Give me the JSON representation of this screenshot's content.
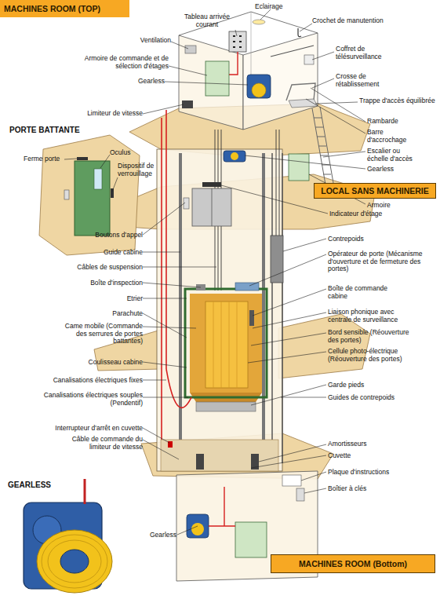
{
  "diagram": {
    "nodes": [
      {
        "text": [
          "MACHINES ROOM (TOP)"
        ]
      },
      {
        "text": [
          "LOCAL SANS MACHINERIE"
        ]
      },
      {
        "text": [
          "MACHINES ROOM (Bottom)"
        ]
      }
    ],
    "labels": [
      "Tableau arrivée courant",
      "Eclairage",
      "Crochet de manutention",
      "Ventilation",
      "Armoire de commande et de sélection d'étages",
      "Coffret de télésurveillance",
      "Gearless",
      "Crosse de rétablissement",
      "Trappe d'accès équilibrée",
      "Limiteur de vitesse",
      "Rambarde",
      "Barre d'accrochage",
      "Escalier ou échelle d'accès",
      "Gearless",
      "Armoire",
      "Indicateur d'étage",
      "PORTE BATTANTE",
      "Ferme porte",
      "Oculus",
      "Dispositif de verrouillage",
      "Boutons d'appel",
      "Guide cabine",
      "Câbles de suspension",
      "Boîte d'inspection",
      "Etrier",
      "Parachute",
      "Came mobile (Commande des serrures de portes battantes)",
      "Coulisseau cabine",
      "Canalisations électriques fixes",
      "Canalisations électriques souples (Pendentif)",
      "Interrupteur d'arrêt en cuvette",
      "Câble de commande du limiteur de vitesse",
      "Contrepoids",
      "Opérateur de porte (Mécanisme d'ouverture et de fermeture des portes)",
      "Boîte de commande cabine",
      "Liaison phonique avec centrale de surveillance",
      "Bord sensible (Réouverture des portes)",
      "Cellule photo-électrique (Réouverture des portes)",
      "Garde pieds",
      "Guides de contrepoids",
      "Amortisseurs",
      "Cuvette",
      "Plaque d'instructions",
      "Boîtier à clés",
      "GEARLESS",
      "Gearless"
    ]
  }
}
